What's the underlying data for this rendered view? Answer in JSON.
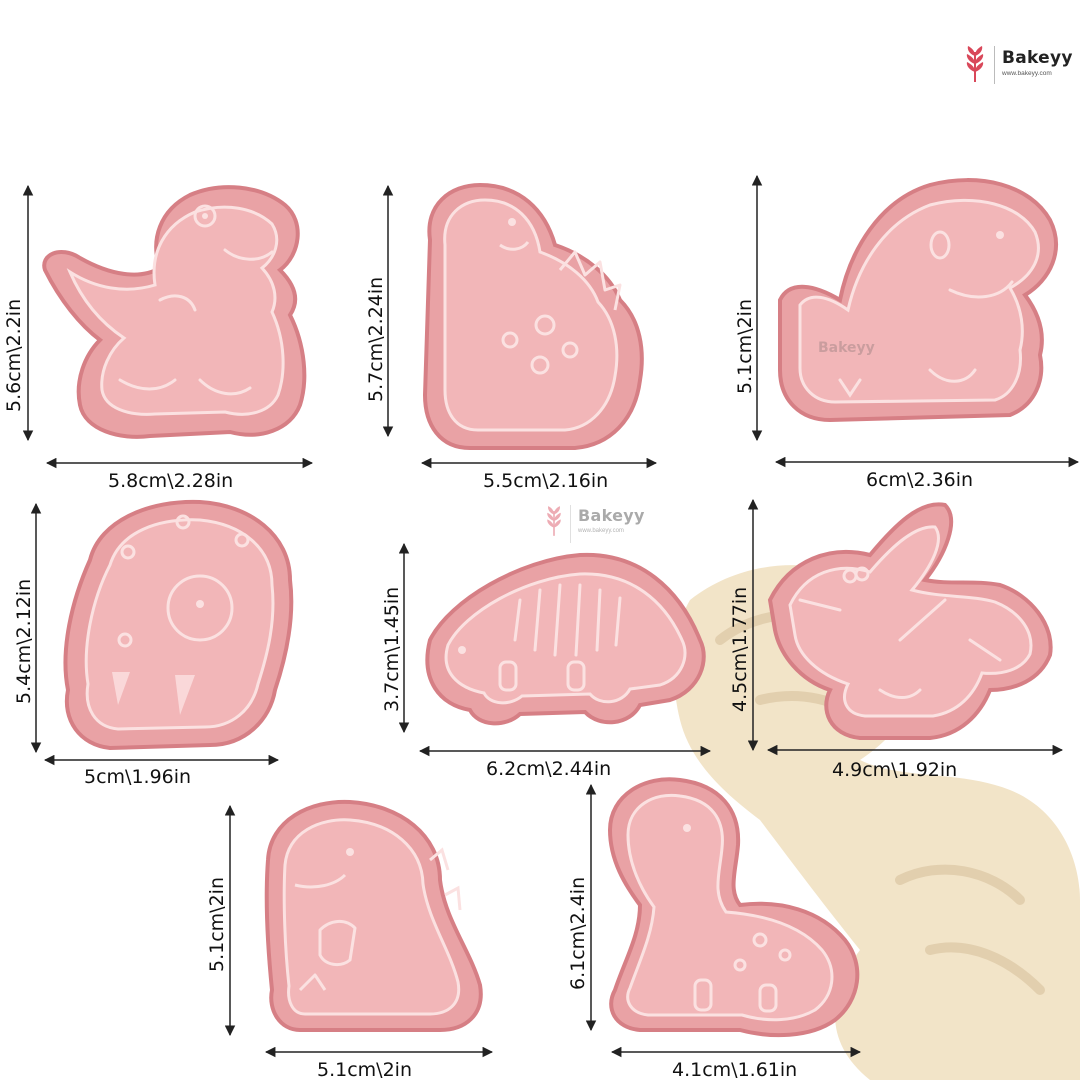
{
  "brand": {
    "name": "Bakeyy",
    "url": "www.bakeyy.com",
    "icon": "wheat-icon"
  },
  "watermarks": {
    "center_name": "Bakeyy",
    "center_url": "www.bakeyy.com",
    "faint_name": "Bakeyy"
  },
  "colors": {
    "cutter_base": "#e9a2a5",
    "cutter_dark": "#d67f85",
    "cutter_light": "#f6c8c9",
    "cookie": "#f2e4c8",
    "arrow": "#222222",
    "brand_icon": "#d9485a"
  },
  "cutters": [
    {
      "name": "t-rex",
      "height_label": "5.6cm\\2.2in",
      "width_label": "5.8cm\\2.28in"
    },
    {
      "name": "brontosaurus-stegosaurus",
      "height_label": "5.7cm\\2.24in",
      "width_label": "5.5cm\\2.16in"
    },
    {
      "name": "baby-dino",
      "height_label": "5.1cm\\2in",
      "width_label": "6cm\\2.36in"
    },
    {
      "name": "triceratops",
      "height_label": "5.4cm\\2.12in",
      "width_label": "5cm\\1.96in"
    },
    {
      "name": "stegosaurus",
      "height_label": "3.7cm\\1.45in",
      "width_label": "6.2cm\\2.44in"
    },
    {
      "name": "pterodactyl",
      "height_label": "4.5cm\\1.77in",
      "width_label": "4.9cm\\1.92in"
    },
    {
      "name": "dino-hatchling",
      "height_label": "5.1cm\\2in",
      "width_label": "5.1cm\\2in"
    },
    {
      "name": "long-neck",
      "height_label": "6.1cm\\2.4in",
      "width_label": "4.1cm\\1.61in"
    }
  ]
}
